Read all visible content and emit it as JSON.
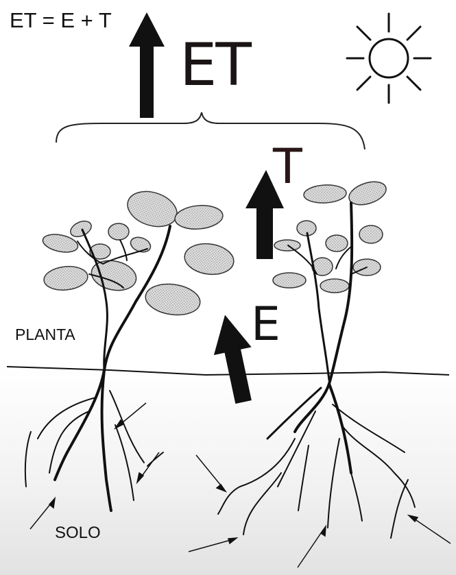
{
  "equation": "ET = E + T",
  "labels": {
    "et": "ET",
    "t": "T",
    "e": "E",
    "plant": "PLANTA",
    "soil": "SOLO"
  },
  "colors": {
    "ink": "#111111",
    "leaf_fill": "#dcdcdc",
    "soil_top": "#ffffff",
    "soil_bottom": "#e4e4e4"
  },
  "icons": [
    "sun-icon",
    "arrow-up-icon"
  ]
}
